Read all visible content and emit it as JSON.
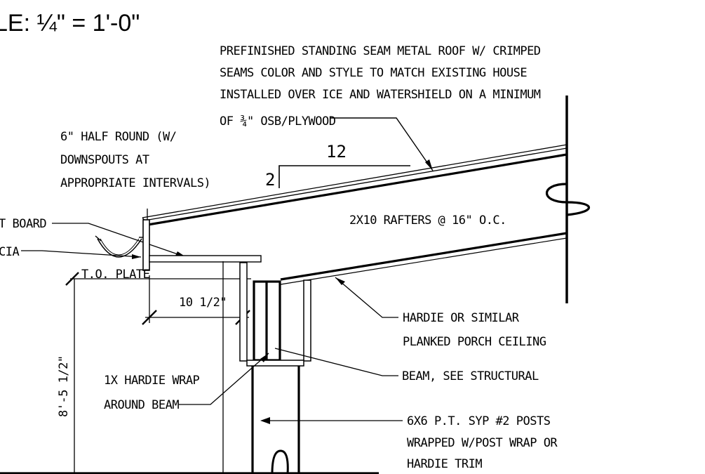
{
  "scale": {
    "prefix": "LE: ",
    "fraction": "¼",
    "suffix": "\" = 1'-0\""
  },
  "notes": {
    "roof_line1": "PREFINISHED STANDING SEAM METAL ROOF W/ CRIMPED",
    "roof_line2": "SEAMS COLOR AND STYLE TO MATCH EXISTING HOUSE",
    "roof_line3": "INSTALLED OVER ICE AND WATERSHIELD ON A MINIMUM",
    "roof_line4": "OF ¾\" OSB/PLYWOOD",
    "gutter_line1": "6\" HALF ROUND (W/",
    "gutter_line2": "DOWNSPOUTS AT",
    "gutter_line3": "APPROPRIATE INTERVALS)",
    "board": "T BOARD",
    "fascia": "CIA",
    "plate": "T.O. PLATE",
    "rafters": "2X10 RAFTERS @ 16\" O.C.",
    "ceiling_line1": "HARDIE OR SIMILAR",
    "ceiling_line2": "PLANKED PORCH CEILING",
    "beam": "BEAM, SEE STRUCTURAL",
    "wrap_line1": "1X HARDIE WRAP",
    "wrap_line2": "AROUND BEAM",
    "posts_line1": "6X6 P.T. SYP #2 POSTS",
    "posts_line2": "WRAPPED W/POST WRAP OR",
    "posts_line3": "HARDIE TRIM"
  },
  "pitch": {
    "run": "12",
    "rise": "2"
  },
  "dimensions": {
    "overhang": "10 1/2\"",
    "plate_height": "8'-5 1/2\""
  }
}
